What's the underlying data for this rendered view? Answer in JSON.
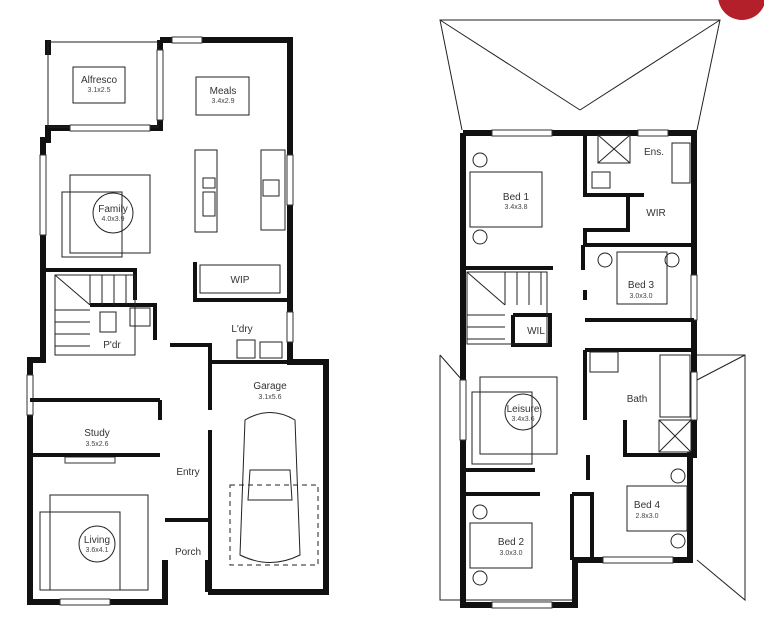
{
  "ground_floor": {
    "rooms": [
      {
        "name": "Alfresco",
        "size": "3.1x2.5"
      },
      {
        "name": "Meals",
        "size": "3.4x2.9"
      },
      {
        "name": "Family",
        "size": "4.0x3.9"
      },
      {
        "name": "WIP",
        "size": ""
      },
      {
        "name": "P'dr",
        "size": ""
      },
      {
        "name": "L'dry",
        "size": ""
      },
      {
        "name": "Garage",
        "size": "3.1x5.6"
      },
      {
        "name": "Study",
        "size": "3.5x2.6"
      },
      {
        "name": "Entry",
        "size": ""
      },
      {
        "name": "Living",
        "size": "3.6x4.1"
      },
      {
        "name": "Porch",
        "size": ""
      }
    ]
  },
  "upper_floor": {
    "rooms": [
      {
        "name": "Bed 1",
        "size": "3.4x3.8"
      },
      {
        "name": "Ens.",
        "size": ""
      },
      {
        "name": "WIR",
        "size": ""
      },
      {
        "name": "Bed 3",
        "size": "3.0x3.0"
      },
      {
        "name": "WIL",
        "size": ""
      },
      {
        "name": "Leisure",
        "size": "3.4x3.6"
      },
      {
        "name": "Bath",
        "size": ""
      },
      {
        "name": "Bed 4",
        "size": "2.8x3.0"
      },
      {
        "name": "Bed 2",
        "size": "3.0x3.0"
      }
    ]
  },
  "colors": {
    "wall": "#111111",
    "accent_badge": "#b3202a"
  }
}
